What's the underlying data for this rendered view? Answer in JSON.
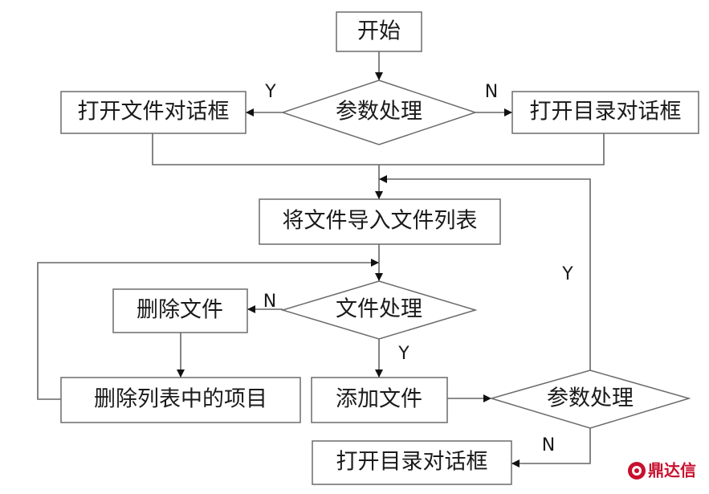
{
  "flowchart": {
    "start": "开始",
    "decision_params": "参数处理",
    "open_file_dialog": "打开文件对话框",
    "open_dir_dialog_top": "打开目录对话框",
    "import_files": "将文件导入文件列表",
    "decision_file": "文件处理",
    "delete_file": "删除文件",
    "delete_list_items": "删除列表中的项目",
    "add_file": "添加文件",
    "decision_params_bottom": "参数处理",
    "open_dir_dialog_bottom": "打开目录对话框"
  },
  "marks": {
    "y_left": "Y",
    "n_right": "N",
    "n_file": "N",
    "y_file": "Y",
    "y_loop": "Y",
    "n_bottom": "N"
  },
  "watermark": {
    "text": "鼎达信",
    "color": "#c8102e"
  }
}
